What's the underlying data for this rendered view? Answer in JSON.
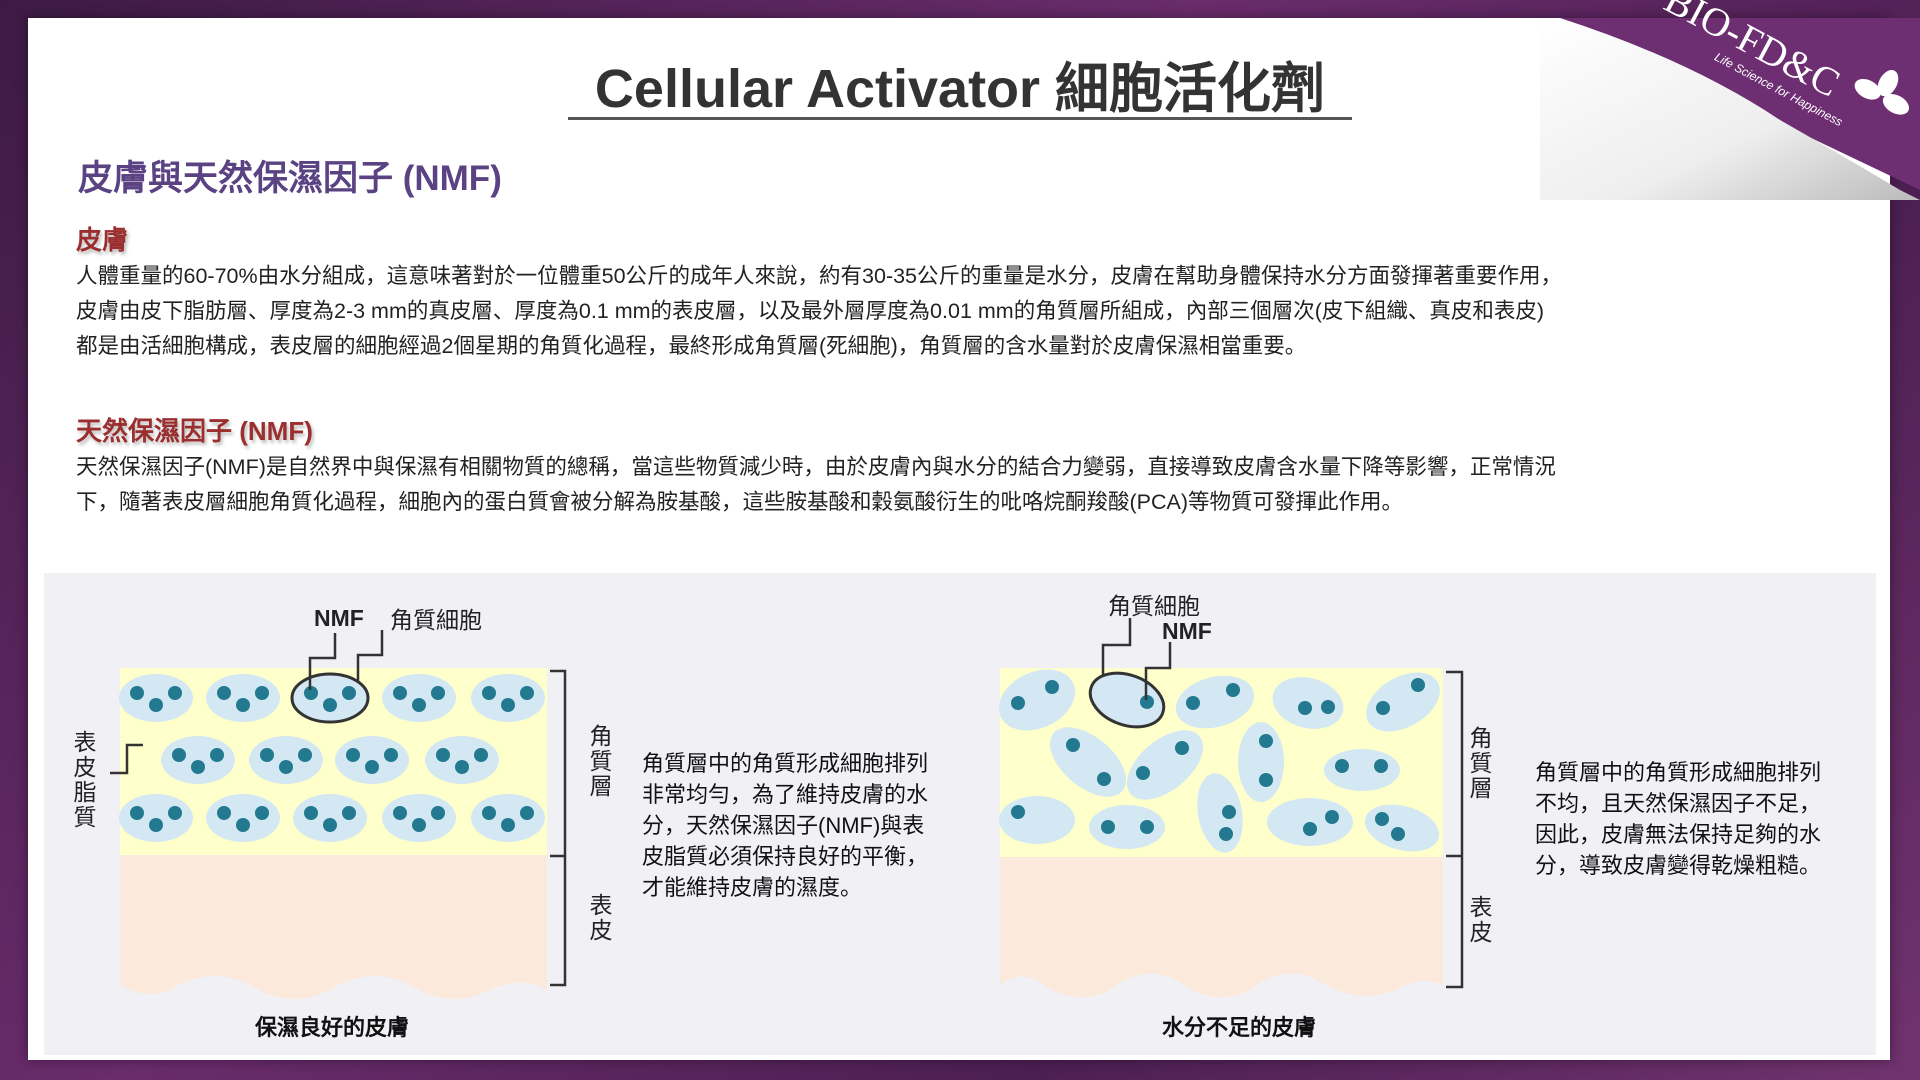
{
  "title": "Cellular Activator 細胞活化劑",
  "subtitle": "皮膚與天然保濕因子 (NMF)",
  "logo": {
    "brand": "BIO-FD&C",
    "tagline": "Life Science for Happiness"
  },
  "skin": {
    "heading": "皮膚",
    "lines": [
      "人體重量的60-70%由水分組成，這意味著對於一位體重50公斤的成年人來說，約有30-35公斤的重量是水分，皮膚在幫助身體保持水分方面發揮著重要作用，",
      "皮膚由皮下脂肪層、厚度為2-3 mm的真皮層、厚度為0.1 mm的表皮層，以及最外層厚度為0.01 mm的角質層所組成，內部三個層次(皮下組織、真皮和表皮)",
      "都是由活細胞構成，表皮層的細胞經過2個星期的角質化過程，最終形成角質層(死細胞)，角質層的含水量對於皮膚保濕相當重要。"
    ]
  },
  "nmf": {
    "heading": "天然保濕因子 (NMF)",
    "lines": [
      "天然保濕因子(NMF)是自然界中與保濕有相關物質的總稱，當這些物質減少時，由於皮膚內與水分的結合力變弱，直接導致皮膚含水量下降等影響，正常情況",
      "下，隨著表皮層細胞角質化過程，細胞內的蛋白質會被分解為胺基酸，這些胺基酸和穀氨酸衍生的吡咯烷酮羧酸(PCA)等物質可發揮此作用。"
    ]
  },
  "diagram_left": {
    "nmf_label": "NMF",
    "cell_label": "角質細胞",
    "lipid_label": "表皮脂質",
    "stratum_label": "角質層",
    "epidermis_label": "表皮",
    "caption": "保濕良好的皮膚",
    "desc": [
      "角質層中的角質形成細胞排列",
      "非常均勻，為了維持皮膚的水",
      "分，天然保濕因子(NMF)與表",
      "皮脂質必須保持良好的平衡，",
      "才能維持皮膚的濕度。"
    ]
  },
  "diagram_right": {
    "nmf_label": "NMF",
    "cell_label": "角質細胞",
    "stratum_label": "角質層",
    "epidermis_label": "表皮",
    "caption": "水分不足的皮膚",
    "desc": [
      "角質層中的角質形成細胞排列",
      "不均，且天然保濕因子不足，",
      "因此，皮膚無法保持足夠的水",
      "分，導致皮膚變得乾燥粗糙。"
    ]
  },
  "colors": {
    "stratum": "#ffffcc",
    "epidermis": "#fbeadb",
    "cell": "#d3e8f2",
    "nucleus": "#23798f"
  }
}
